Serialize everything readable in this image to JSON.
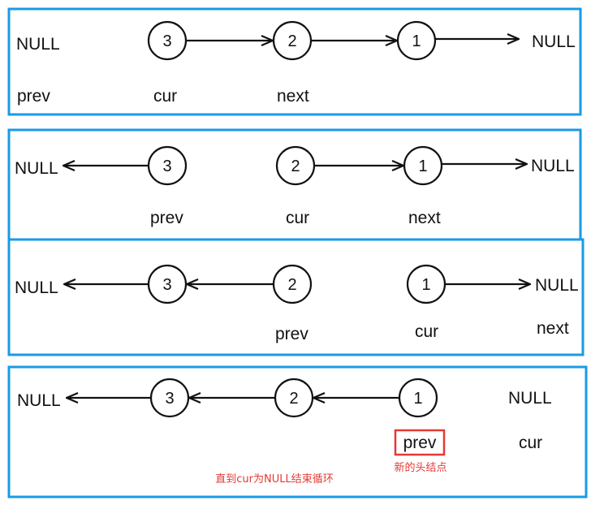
{
  "colors": {
    "frame": "#1a9ae6",
    "highlight": "#e53935",
    "ink": "#111111"
  },
  "nodes": {
    "n3": "3",
    "n2": "2",
    "n1": "1"
  },
  "labels": {
    "null": "NULL",
    "prev": "prev",
    "cur": "cur",
    "next": "next"
  },
  "notes": {
    "new_head": "新的头结点",
    "end_loop": "直到cur为NULL结束循环"
  }
}
